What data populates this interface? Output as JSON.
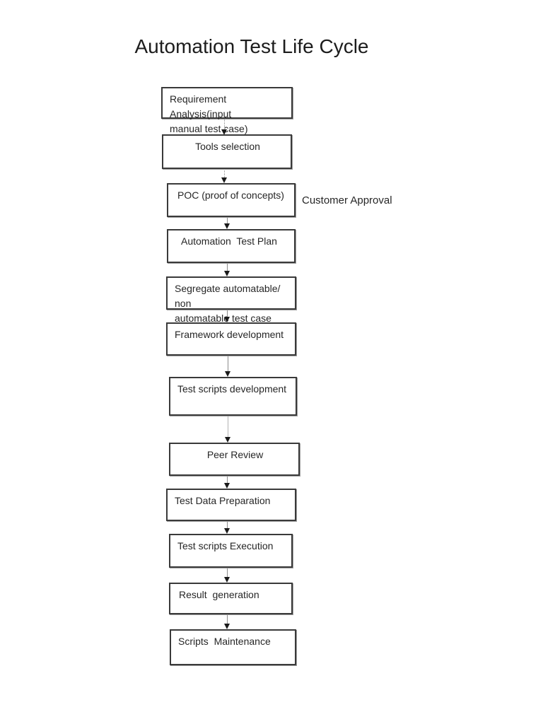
{
  "title": "Automation Test Life Cycle",
  "annotation": {
    "customer_approval": "Customer Approval"
  },
  "flowchart": {
    "nodes": [
      {
        "label": "Requirement   Analysis(input\nmanual test case)"
      },
      {
        "label": "Tools selection"
      },
      {
        "label": "POC (proof of concepts)"
      },
      {
        "label": "Automation  Test Plan"
      },
      {
        "label": "Segregate automatable/ non\nautomatable test case"
      },
      {
        "label": "Framework development"
      },
      {
        "label": "Test scripts development"
      },
      {
        "label": "Peer Review"
      },
      {
        "label": "Test Data Preparation"
      },
      {
        "label": "Test scripts Execution"
      },
      {
        "label": "Result  generation"
      },
      {
        "label": "Scripts  Maintenance"
      }
    ],
    "colors": {
      "box_border": "#3a3a3a",
      "box_shadow": "#9d9d9d",
      "connector": "#8c8c8c",
      "arrowhead": "#1a1a1a"
    }
  }
}
